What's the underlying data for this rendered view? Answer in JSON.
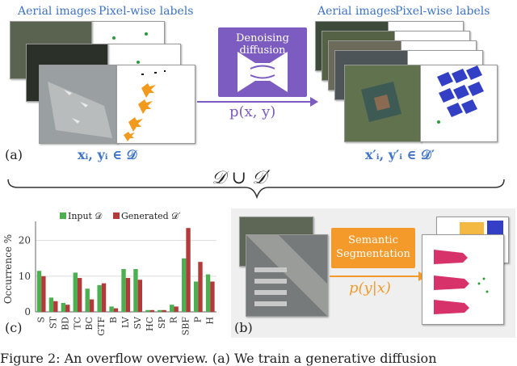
{
  "panel_a": {
    "header_aerial": "Aerial images",
    "header_labels": "Pixel-wise labels",
    "tag": "(a)",
    "set_label": "xᵢ, yᵢ ∈ 𝒟",
    "diffusion_box": "Denoising diffusion",
    "joint_label": "p(x, y)",
    "right_header_aerial": "Aerial images",
    "right_header_labels": "Pixel-wise labels",
    "right_set_label": "x′ᵢ, y′ᵢ ∈ 𝒟′"
  },
  "union_label": "𝒟 ∪ 𝒟′",
  "panel_b": {
    "tag": "(b)",
    "box_label": "Semantic Segmentation",
    "conditional_label": "p(y|x)"
  },
  "panel_c": {
    "tag": "(c)"
  },
  "caption": "Figure 2: An overflow overview. (a) We train a generative diffusion",
  "colors": {
    "input": "#4caf50",
    "generated": "#b33a3a",
    "blue": "#3d73c8",
    "purple": "#7c5cc0",
    "orange": "#f39a2b"
  },
  "chart_data": {
    "type": "bar",
    "ylabel": "Occurrence %",
    "ylim": [
      0,
      24
    ],
    "yticks": [
      0,
      10,
      20
    ],
    "categories": [
      "S",
      "ST",
      "BD",
      "TC",
      "BC",
      "GTF",
      "B",
      "LV",
      "SV",
      "HC",
      "SP",
      "R",
      "SBF",
      "P",
      "H"
    ],
    "series": [
      {
        "name": "Input 𝒟",
        "values": [
          11.5,
          4,
          2.5,
          11,
          6.5,
          7.5,
          1.5,
          12,
          12,
          0.5,
          0.5,
          2,
          15,
          8.5,
          10.5
        ]
      },
      {
        "name": "Generated 𝒟′",
        "values": [
          10,
          3,
          2,
          9.5,
          3.5,
          8,
          1,
          9.5,
          9,
          0.5,
          0.5,
          1.5,
          23.5,
          14,
          8.5
        ]
      }
    ]
  }
}
